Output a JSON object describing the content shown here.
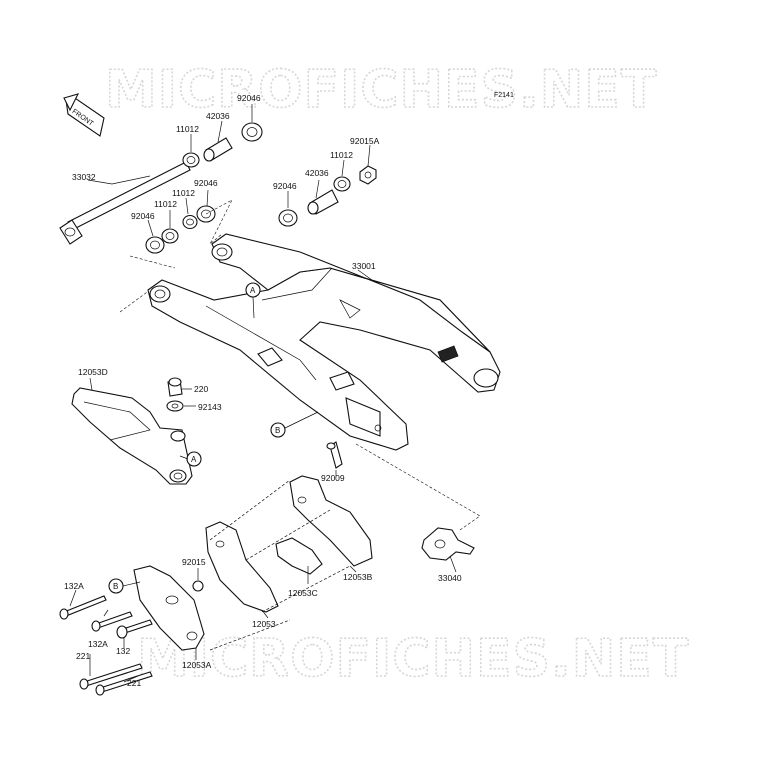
{
  "watermark": {
    "top": "MICROFICHES.NET",
    "bottom": "MICROFICHES.NET"
  },
  "figure_code": "F2141",
  "front_arrow": {
    "text": "FRONT"
  },
  "callouts": {
    "a": "A",
    "b": "B"
  },
  "labels": {
    "p92046_top": "92046",
    "p42036_top": "42036",
    "p11012_top": "11012",
    "p33032": "33032",
    "p11012_mid": "11012",
    "p92046_mid": "92046",
    "p11012_low": "11012",
    "p92046_low": "92046",
    "p92015a": "92015A",
    "p11012_right": "11012",
    "p42036_right": "42036",
    "p92046_right": "92046",
    "p33001": "33001",
    "p12053d": "12053D",
    "p220": "220",
    "p92143": "92143",
    "p92009": "92009",
    "p33040": "33040",
    "p92015": "92015",
    "p12053c": "12053C",
    "p12053b": "12053B",
    "p12053": "12053",
    "p132a_top": "132A",
    "p132a_mid": "132A",
    "p132": "132",
    "p221_left": "221",
    "p221_right": "221",
    "p12053a": "12053A"
  }
}
